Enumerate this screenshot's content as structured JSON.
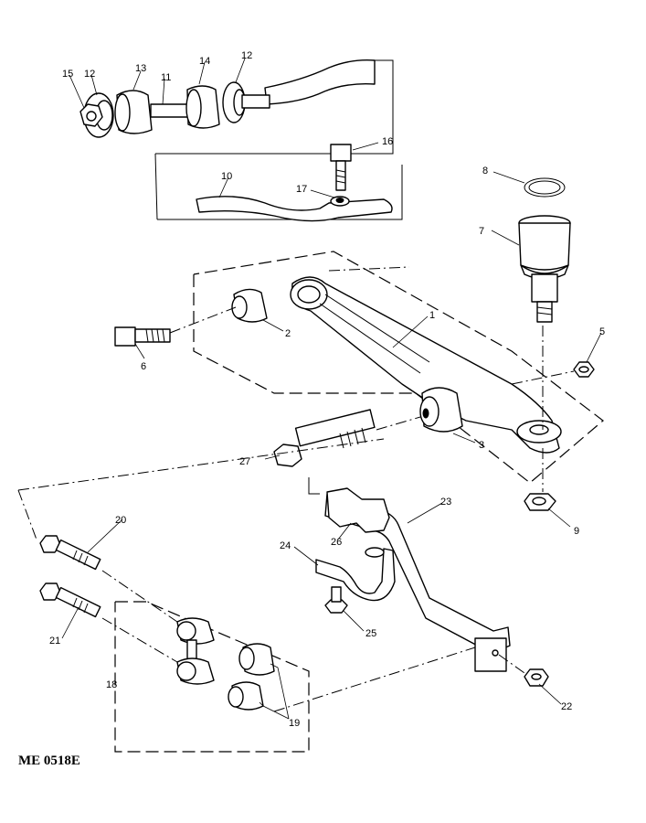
{
  "diagram": {
    "code": "ME 0518E",
    "callouts": {
      "c1": "1",
      "c2": "2",
      "c3": "3",
      "c5": "5",
      "c6": "6",
      "c7": "7",
      "c8": "8",
      "c9": "9",
      "c10": "10",
      "c11": "11",
      "c12a": "12",
      "c12b": "12",
      "c13": "13",
      "c14": "14",
      "c15": "15",
      "c16": "16",
      "c17": "17",
      "c18": "18",
      "c19": "19",
      "c20": "20",
      "c21": "21",
      "c22": "22",
      "c23": "23",
      "c24": "24",
      "c25": "25",
      "c26": "26",
      "c27": "27"
    }
  }
}
